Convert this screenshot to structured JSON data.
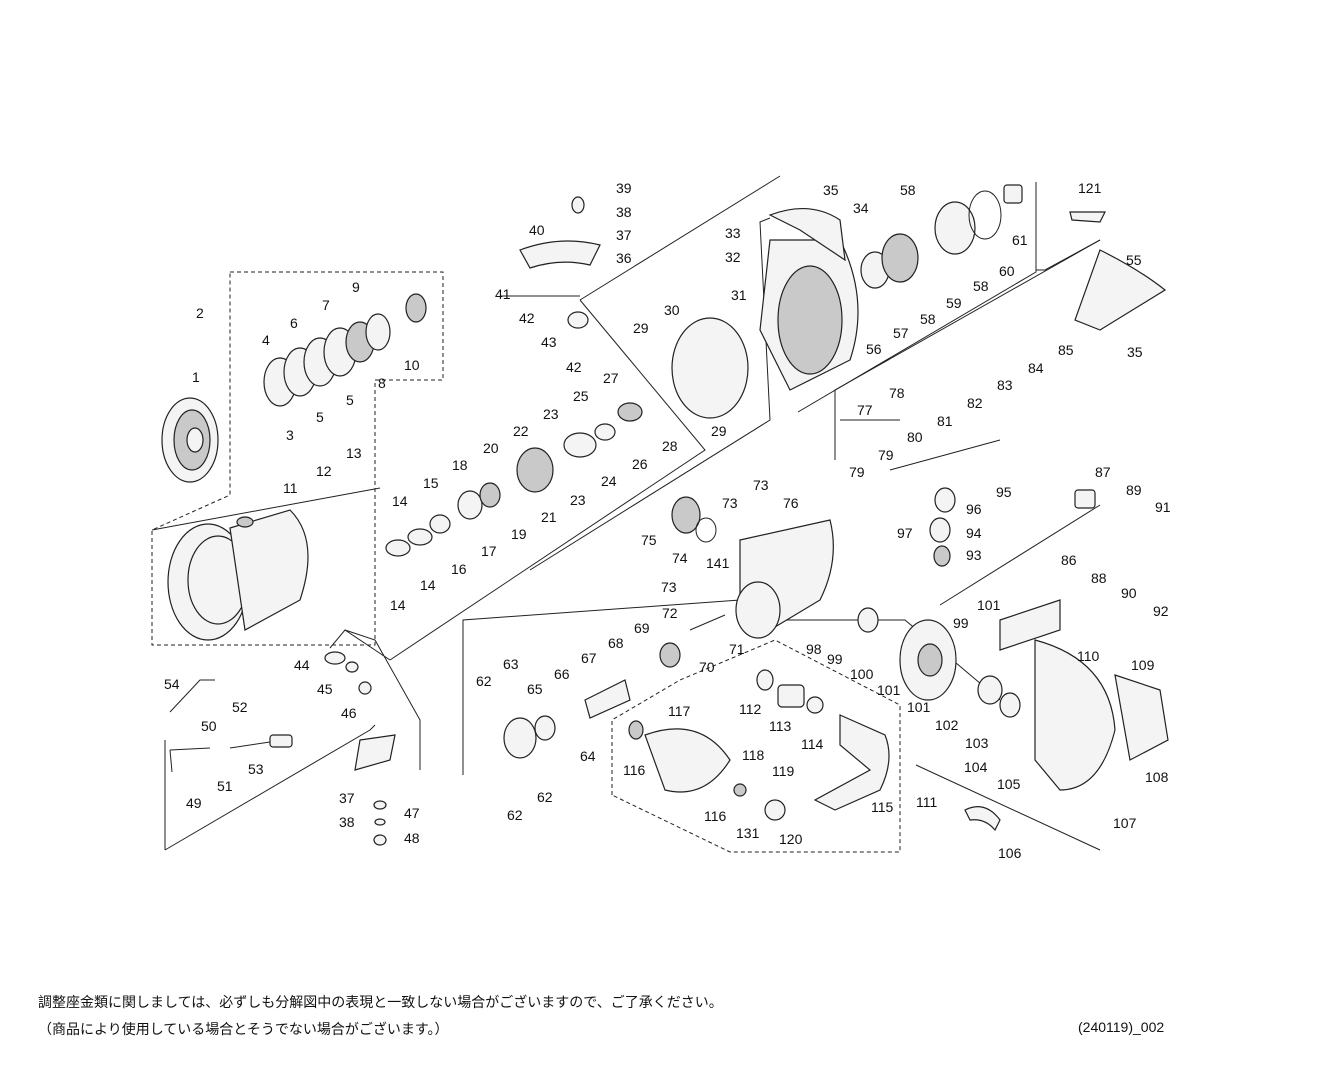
{
  "notes": {
    "line1": "調整座金類に関しましては、必ずしも分解図中の表現と一致しない場合がございますので、ご了承ください。",
    "line2": "（商品により使用している場合とそうでない場合がございます。）",
    "reference": "(240119)_002"
  },
  "labels": {
    "p1": "1",
    "p2": "2",
    "p3": "3",
    "p4": "4",
    "p5a": "5",
    "p5b": "5",
    "p6": "6",
    "p7": "7",
    "p8": "8",
    "p9": "9",
    "p10": "10",
    "p11": "11",
    "p12": "12",
    "p13": "13",
    "p14a": "14",
    "p14b": "14",
    "p14c": "14",
    "p15": "15",
    "p16": "16",
    "p17": "17",
    "p18": "18",
    "p19": "19",
    "p20": "20",
    "p21": "21",
    "p22": "22",
    "p23a": "23",
    "p23b": "23",
    "p24": "24",
    "p25": "25",
    "p26": "26",
    "p27": "27",
    "p28": "28",
    "p29a": "29",
    "p29b": "29",
    "p30": "30",
    "p31": "31",
    "p32": "32",
    "p33": "33",
    "p34": "34",
    "p35a": "35",
    "p35b": "35",
    "p36": "36",
    "p37a": "37",
    "p37b": "37",
    "p38a": "38",
    "p38b": "38",
    "p39": "39",
    "p40": "40",
    "p41": "41",
    "p42a": "42",
    "p42b": "42",
    "p43": "43",
    "p44": "44",
    "p45": "45",
    "p46": "46",
    "p47": "47",
    "p48": "48",
    "p49": "49",
    "p50": "50",
    "p51": "51",
    "p52": "52",
    "p53": "53",
    "p54": "54",
    "p55": "55",
    "p56": "56",
    "p57": "57",
    "p58a": "58",
    "p58b": "58",
    "p58c": "58",
    "p59": "59",
    "p60": "60",
    "p61": "61",
    "p62a": "62",
    "p62b": "62",
    "p62c": "62",
    "p63": "63",
    "p64": "64",
    "p65": "65",
    "p66": "66",
    "p67": "67",
    "p68": "68",
    "p69": "69",
    "p70": "70",
    "p71": "71",
    "p72": "72",
    "p73a": "73",
    "p73b": "73",
    "p73c": "73",
    "p74": "74",
    "p75": "75",
    "p76": "76",
    "p77": "77",
    "p78": "78",
    "p79a": "79",
    "p79b": "79",
    "p80": "80",
    "p81": "81",
    "p82": "82",
    "p83": "83",
    "p84": "84",
    "p85": "85",
    "p86": "86",
    "p87": "87",
    "p88": "88",
    "p89": "89",
    "p90": "90",
    "p91": "91",
    "p92": "92",
    "p93": "93",
    "p94": "94",
    "p95": "95",
    "p96": "96",
    "p97": "97",
    "p98": "98",
    "p99a": "99",
    "p99b": "99",
    "p100": "100",
    "p101a": "101",
    "p101b": "101",
    "p101c": "101",
    "p102": "102",
    "p103": "103",
    "p104": "104",
    "p105": "105",
    "p106": "106",
    "p107": "107",
    "p108": "108",
    "p109": "109",
    "p110": "110",
    "p111": "111",
    "p112": "112",
    "p113": "113",
    "p114": "114",
    "p115": "115",
    "p116a": "116",
    "p116b": "116",
    "p117": "117",
    "p118": "118",
    "p119": "119",
    "p120": "120",
    "p121": "121",
    "p131": "131",
    "p141": "141"
  }
}
